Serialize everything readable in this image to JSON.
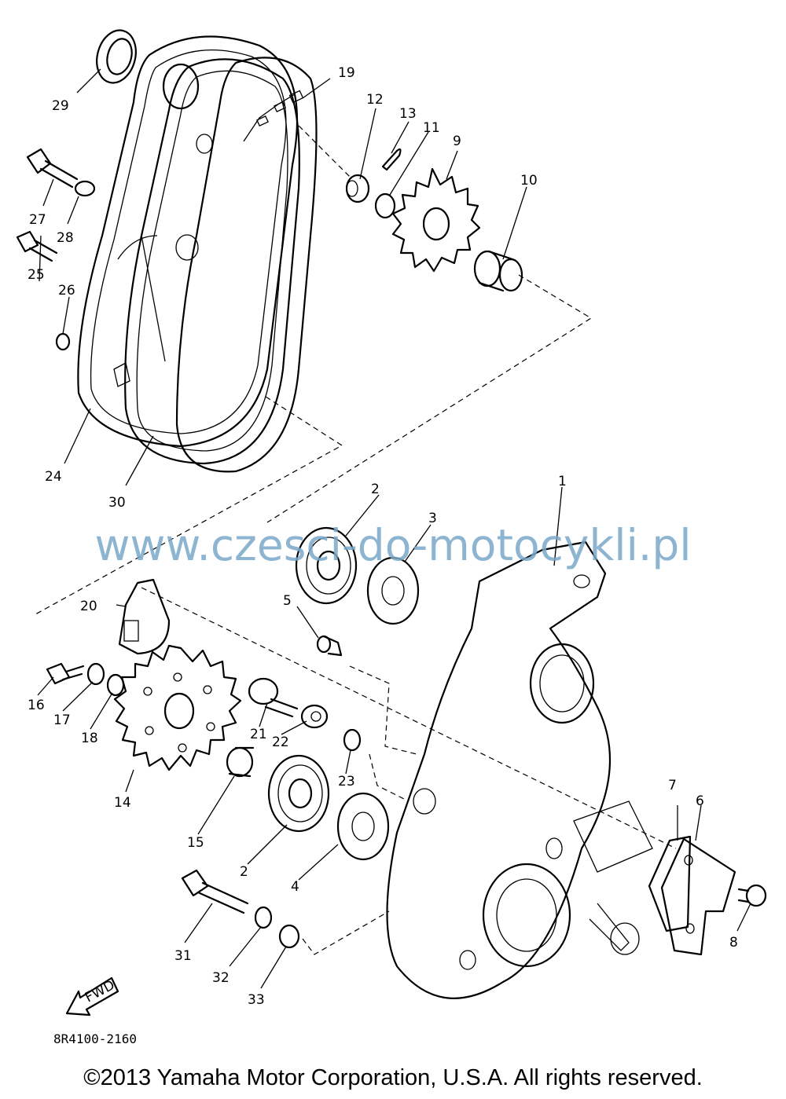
{
  "watermark": "www.czesci-do-motocykli.pl",
  "diagram_code": "8R4100-2160",
  "fwd_label": "FWD",
  "copyright": "©2013 Yamaha Motor Corporation, U.S.A. All rights reserved.",
  "callouts": [
    "1",
    "2",
    "3",
    "4",
    "5",
    "6",
    "7",
    "8",
    "9",
    "10",
    "11",
    "12",
    "13",
    "14",
    "15",
    "16",
    "17",
    "18",
    "19",
    "20",
    "21",
    "22",
    "23",
    "24",
    "25",
    "26",
    "27",
    "28",
    "29",
    "30",
    "31",
    "32",
    "33"
  ]
}
